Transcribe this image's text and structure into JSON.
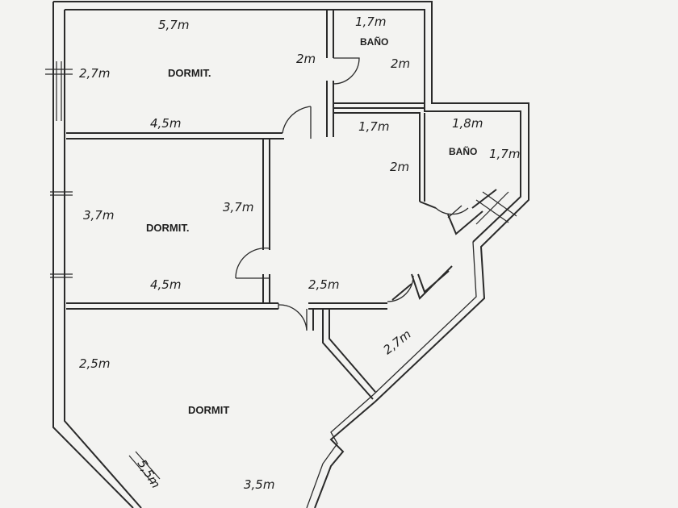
{
  "rooms": {
    "dorm1": {
      "label": "DORMIT."
    },
    "dorm2": {
      "label": "DORMIT."
    },
    "dorm3": {
      "label": "DORMIT"
    },
    "bath1": {
      "label": "BAÑO"
    },
    "bath2": {
      "label": "BAÑO"
    }
  },
  "dimensions": {
    "dorm1_width_top": "5,7m",
    "dorm1_height_left": "2,7m",
    "dorm1_right": "2m",
    "dorm1_bottom": "4,5m",
    "bath1_width": "1,7m",
    "bath1_height": "2m",
    "hall_width": "1,7m",
    "hall_height": "2m",
    "bath2_width": "1,8m",
    "bath2_height": "1,7m",
    "dorm2_height_left": "3,7m",
    "dorm2_height_right": "3,7m",
    "dorm2_bottom": "4,5m",
    "hall_lower": "2,5m",
    "closet_diag": "2,7m",
    "dorm3_left": "2,5m",
    "dorm3_diag": "5,5m",
    "dorm3_bottom": "3,5m"
  }
}
